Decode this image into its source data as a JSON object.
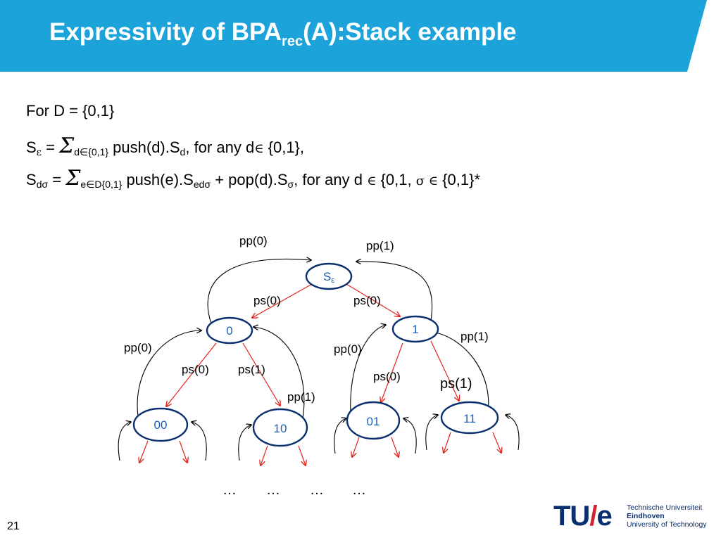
{
  "slide": {
    "title_main": "Expressivity of BPA",
    "title_sub": "rec",
    "title_tail": "(A):Stack example",
    "page_number": "21"
  },
  "colors": {
    "title_bar": "#1ba3da",
    "edge_red": "#e2231a",
    "edge_black": "#000000",
    "node_border": "#0a2f6e",
    "node_text": "#1a60b5"
  },
  "equations": {
    "line1": "For D = {0,1}",
    "line2": {
      "lhs": "S",
      "lhs_sub": "ε",
      "eq": " = ",
      "sigma": "Σ",
      "sum_sub": "d∈{0,1}",
      "body1": " push(d).S",
      "body1_sub": "d",
      "body2": ", for  any d",
      "elem": "∈",
      "body3": " {0,1},"
    },
    "line3": {
      "lhs": "S",
      "lhs_sub": "dσ",
      "eq": " = ",
      "sigma": "Σ",
      "sum_sub": "e∈D{0,1}",
      "body1": " push(e).S",
      "body1_sub": "edσ",
      "body2": " +  pop(d).S",
      "body2_sub": "σ",
      "body3": ", for any d ",
      "elem1": "∈",
      "body4": " {0,1, ",
      "sigma_small": "σ",
      "elem2": " ∈",
      "body5": " {0,1}*"
    }
  },
  "diagram": {
    "nodes": [
      {
        "id": "root",
        "label": "S",
        "label_sub": "ε"
      },
      {
        "id": "n0",
        "label": "0"
      },
      {
        "id": "n1",
        "label": "1"
      },
      {
        "id": "n00",
        "label": "00"
      },
      {
        "id": "n10",
        "label": "10"
      },
      {
        "id": "n01",
        "label": "01"
      },
      {
        "id": "n11",
        "label": "11"
      }
    ],
    "edge_labels": {
      "pp0_top": "pp(0)",
      "pp1_top": "pp(1)",
      "ps0_left": "ps(0)",
      "ps0_right": "ps(0)",
      "pp0_n0": "pp(0)",
      "ps0_n0": "ps(0)",
      "ps1_n0": "ps(1)",
      "pp1_n10": "pp(1)",
      "pp0_n1": "pp(0)",
      "ps0_n1": "ps(0)",
      "ps1_n1": "ps(1)",
      "pp1_n1": "pp(1)"
    },
    "ellipsis": [
      "…",
      "…",
      "…",
      "…"
    ]
  },
  "logo": {
    "mark_tu": "TU",
    "mark_slash": "/",
    "mark_e": "e",
    "line1": "Technische Universiteit",
    "line2": "Eindhoven",
    "line3": "University of Technology"
  }
}
